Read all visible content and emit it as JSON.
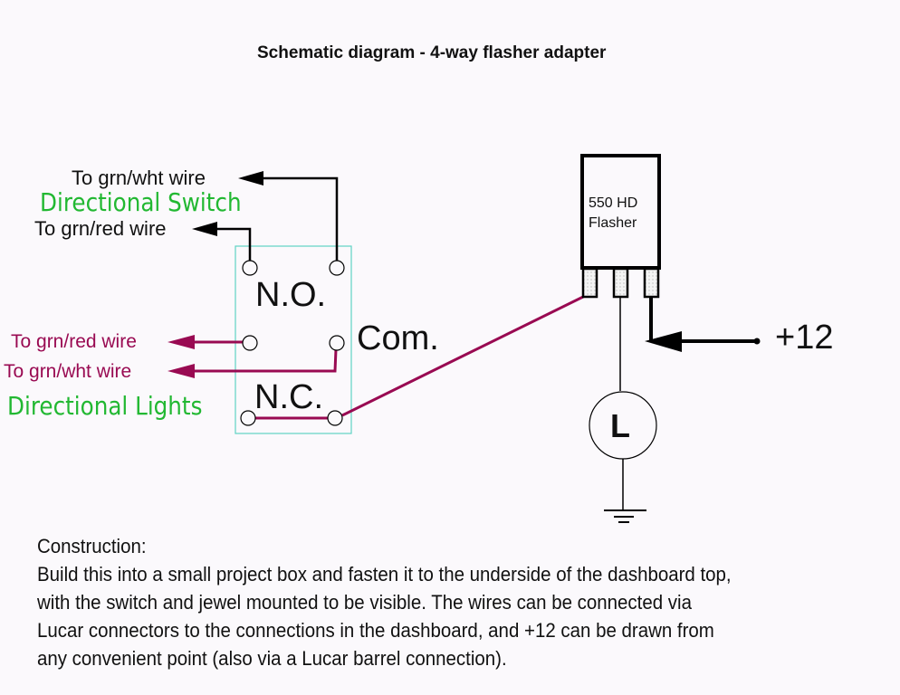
{
  "title": "Schematic diagram - 4-way flasher adapter",
  "switch_side": {
    "heading": "Directional Switch",
    "wire_top": "To grn/wht wire",
    "wire_bottom": "To grn/red wire"
  },
  "lights_side": {
    "heading": "Directional Lights",
    "wire_top": "To grn/red wire",
    "wire_bottom": "To grn/wht wire"
  },
  "relay": {
    "no_label": "N.O.",
    "com_label": "Com.",
    "nc_label": "N.C."
  },
  "flasher": {
    "line1": "550 HD",
    "line2": "Flasher"
  },
  "supply_label": "+12",
  "lamp_label": "L",
  "notes": {
    "heading": "Construction:",
    "lines": [
      "Build this into a small project box and fasten it to the underside of the dashboard top,",
      "with the switch and jewel mounted to be visible. The wires can be connected via",
      "Lucar connectors to the connections in the dashboard, and +12 can be drawn from",
      "any convenient point (also via a Lucar barrel connection)."
    ]
  },
  "colors": {
    "background": "#fbf9fc",
    "wire_black": "#000000",
    "wire_maroon": "#990a52",
    "label_green": "#22b832",
    "relay_outline": "#5fd3c4"
  }
}
